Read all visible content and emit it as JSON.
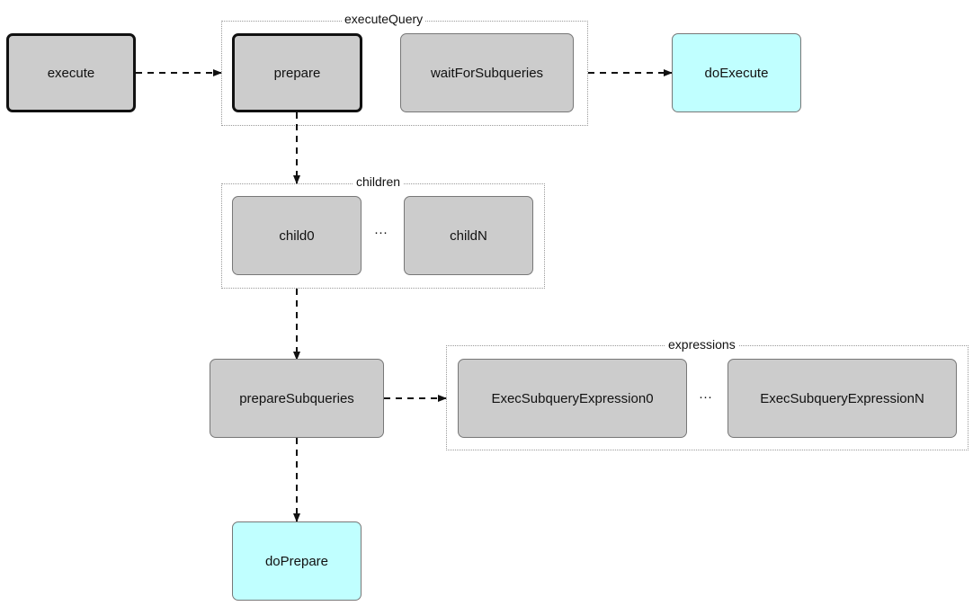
{
  "groups": {
    "execute_query": "executeQuery",
    "children": "children",
    "expressions": "expressions"
  },
  "nodes": {
    "execute": "execute",
    "prepare": "prepare",
    "wait_for_subqueries": "waitForSubqueries",
    "do_execute": "doExecute",
    "child0": "child0",
    "child_n": "childN",
    "prepare_subqueries": "prepareSubqueries",
    "exec_subquery_expression0": "ExecSubqueryExpression0",
    "exec_subquery_expression_n": "ExecSubqueryExpressionN",
    "do_prepare": "doPrepare"
  },
  "ellipses": {
    "children": "···",
    "expressions": "···"
  },
  "colors": {
    "node_fill": "#cccccc",
    "highlight_fill": "#c0ffff",
    "edge": "#111111"
  }
}
